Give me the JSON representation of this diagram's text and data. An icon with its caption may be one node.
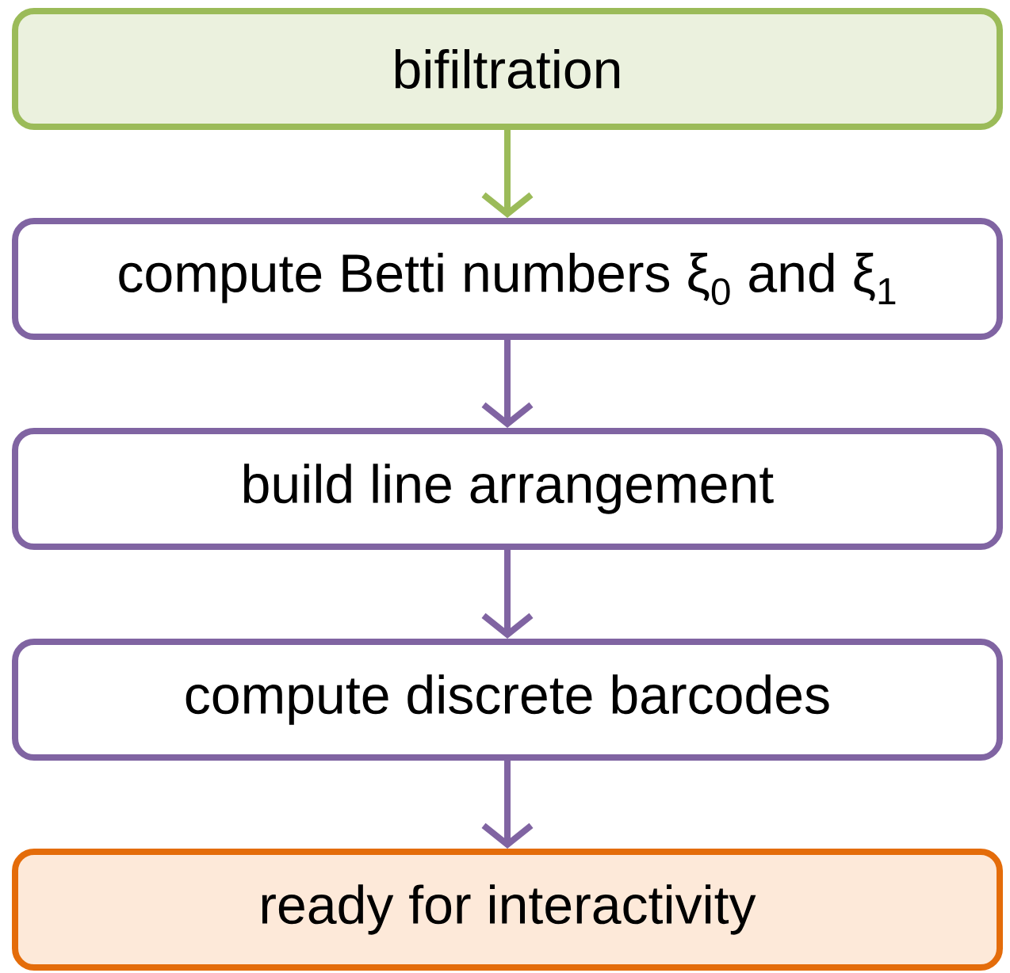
{
  "diagram": {
    "nodes": [
      {
        "text": [
          "bifiltration"
        ]
      },
      {
        "text": [
          "compute Betti numbers ξ$_{0}$ and ξ$_{1}$"
        ]
      },
      {
        "text": [
          "build line arrangement"
        ]
      },
      {
        "text": [
          "compute discrete barcodes"
        ]
      },
      {
        "text": [
          "ready for interactivity"
        ]
      }
    ],
    "edges": [
      {
        "from": 0,
        "to": 1,
        "arrow": "to",
        "color": "#9bbb59"
      },
      {
        "from": 1,
        "to": 2,
        "arrow": "to"
      },
      {
        "from": 2,
        "to": 3,
        "arrow": "to"
      },
      {
        "from": 3,
        "to": 4,
        "arrow": "to"
      }
    ]
  }
}
